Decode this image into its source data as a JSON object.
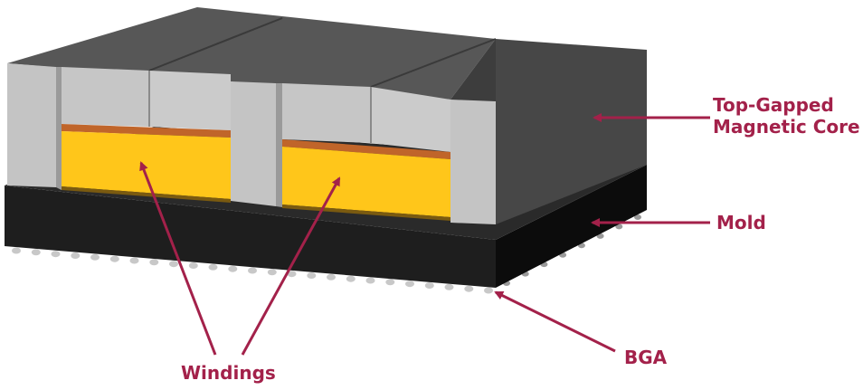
{
  "labels": {
    "core_line1": "Top-Gapped",
    "core_line2": "Magnetic Core",
    "mold": "Mold",
    "bga": "BGA",
    "windings": "Windings"
  },
  "colors": {
    "annotation": "#a3214a",
    "core_top": "#555555",
    "core_side": "#444444",
    "core_face": "#c4c4c4",
    "mold_front": "#1e1e1e",
    "mold_side": "#0c0c0c",
    "winding": "#ffc61a",
    "winding_edge": "#c0652a",
    "bga_ball": "#c8c8c8"
  }
}
